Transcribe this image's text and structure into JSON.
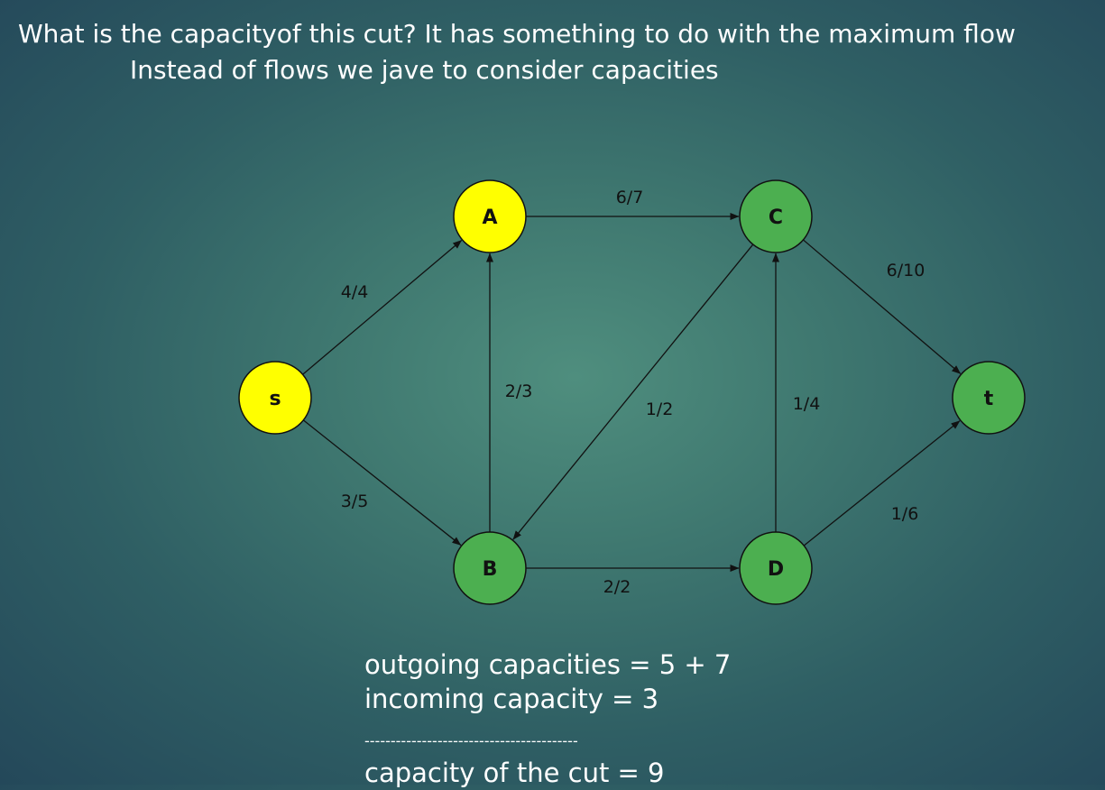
{
  "slide": {
    "title_line1": "What is the capacityof this cut? It has something to do with the maximum flow",
    "title_line2": "Instead of flows we jave to consider capacities"
  },
  "colors": {
    "source_side_node": "#ffff00",
    "sink_side_node": "#4caf50",
    "edge": "#111111",
    "text": "#ffffff"
  },
  "graph": {
    "nodes": [
      {
        "id": "s",
        "label": "s",
        "side": "source"
      },
      {
        "id": "A",
        "label": "A",
        "side": "source"
      },
      {
        "id": "B",
        "label": "B",
        "side": "sink"
      },
      {
        "id": "C",
        "label": "C",
        "side": "sink"
      },
      {
        "id": "D",
        "label": "D",
        "side": "sink"
      },
      {
        "id": "t",
        "label": "t",
        "side": "sink"
      }
    ],
    "edges": [
      {
        "from": "s",
        "to": "A",
        "label": "4/4"
      },
      {
        "from": "s",
        "to": "B",
        "label": "3/5"
      },
      {
        "from": "B",
        "to": "A",
        "label": "2/3"
      },
      {
        "from": "A",
        "to": "C",
        "label": "6/7"
      },
      {
        "from": "C",
        "to": "B",
        "label": "1/2"
      },
      {
        "from": "B",
        "to": "D",
        "label": "2/2"
      },
      {
        "from": "D",
        "to": "C",
        "label": "1/4"
      },
      {
        "from": "C",
        "to": "t",
        "label": "6/10"
      },
      {
        "from": "D",
        "to": "t",
        "label": "1/6"
      }
    ]
  },
  "calculation": {
    "outgoing": "outgoing capacities = 5 + 7",
    "incoming": "incoming capacity = 3",
    "separator": "-----------------------------------------",
    "result": "capacity of the cut = 9"
  }
}
